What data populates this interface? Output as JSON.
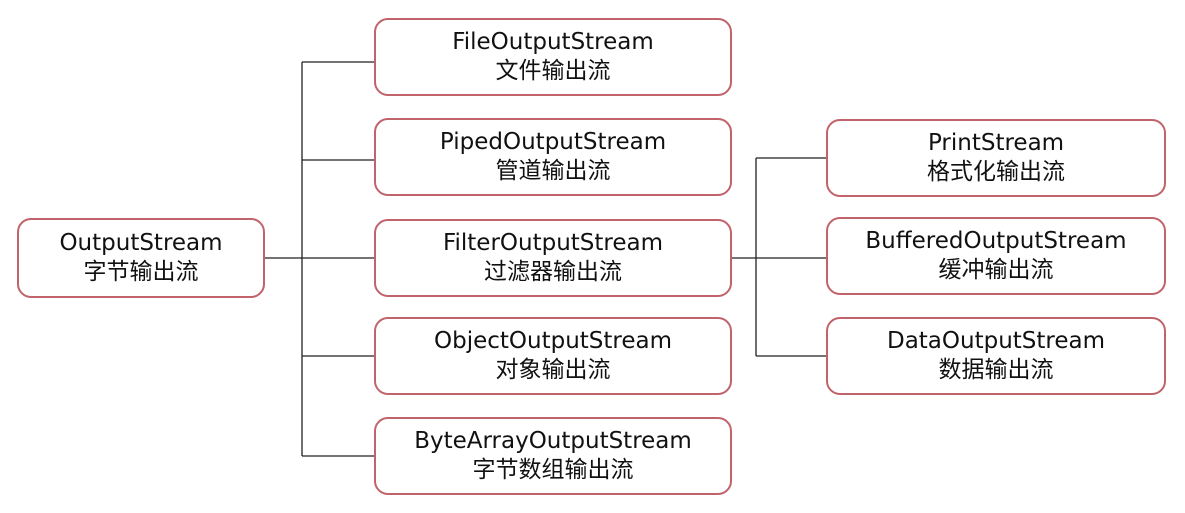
{
  "diagram": {
    "line_color": "#222222",
    "box_border_color": "#c0636a",
    "root": {
      "en": "OutputStream",
      "zh": "字节输出流"
    },
    "children": [
      {
        "en": "FileOutputStream",
        "zh": "文件输出流"
      },
      {
        "en": "PipedOutputStream",
        "zh": "管道输出流"
      },
      {
        "en": "FilterOutputStream",
        "zh": "过滤器输出流"
      },
      {
        "en": "ObjectOutputStream",
        "zh": "对象输出流"
      },
      {
        "en": "ByteArrayOutputStream",
        "zh": "字节数组输出流"
      }
    ],
    "filter_children": [
      {
        "en": "PrintStream",
        "zh": "格式化输出流"
      },
      {
        "en": "BufferedOutputStream",
        "zh": "缓冲输出流"
      },
      {
        "en": "DataOutputStream",
        "zh": "数据输出流"
      }
    ]
  }
}
